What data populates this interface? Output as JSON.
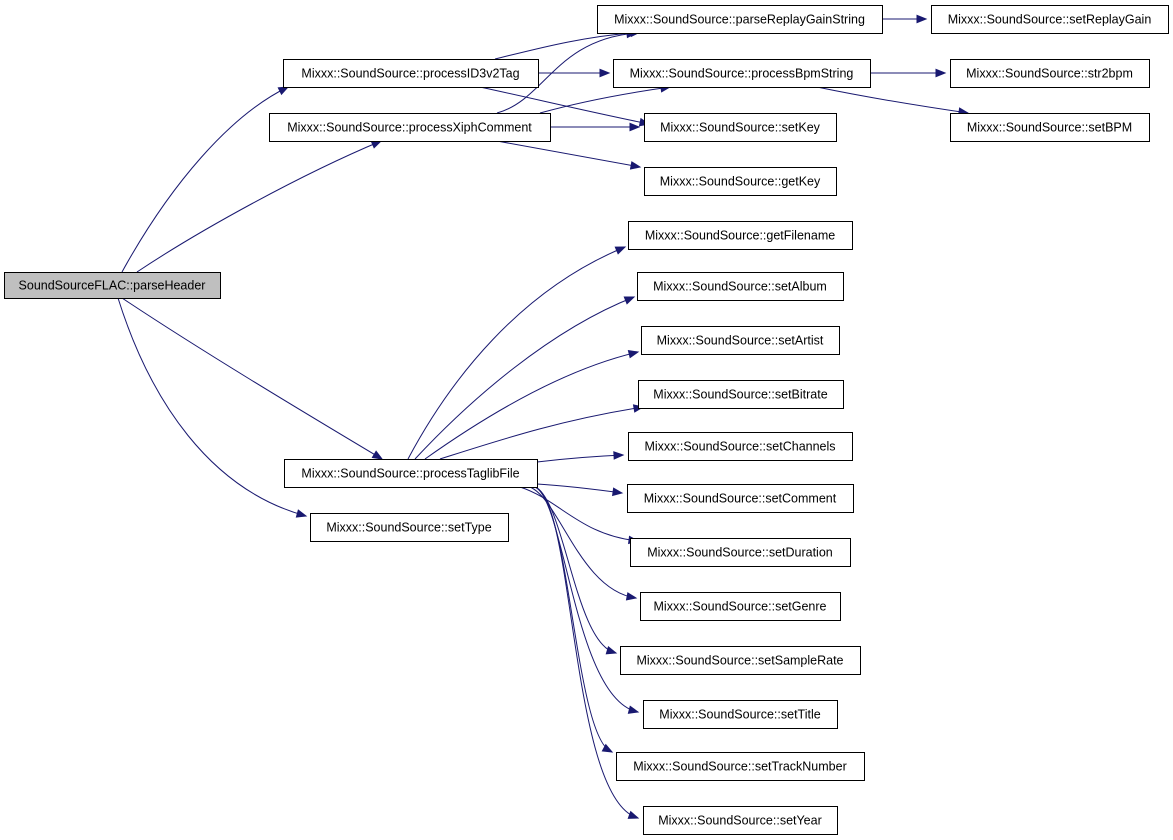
{
  "colors": {
    "edge": "#191970",
    "node_border": "#000000",
    "node_fill": "#ffffff",
    "root_fill": "#bfbfbf"
  },
  "nodes": {
    "root": "SoundSourceFLAC::parseHeader",
    "processID3v2Tag": "Mixxx::SoundSource::processID3v2Tag",
    "processXiphComment": "Mixxx::SoundSource::processXiphComment",
    "processTaglibFile": "Mixxx::SoundSource::processTaglibFile",
    "setType": "Mixxx::SoundSource::setType",
    "parseReplayGainString": "Mixxx::SoundSource::parseReplayGainString",
    "setReplayGain": "Mixxx::SoundSource::setReplayGain",
    "processBpmString": "Mixxx::SoundSource::processBpmString",
    "str2bpm": "Mixxx::SoundSource::str2bpm",
    "setBPM": "Mixxx::SoundSource::setBPM",
    "setKey": "Mixxx::SoundSource::setKey",
    "getKey": "Mixxx::SoundSource::getKey",
    "getFilename": "Mixxx::SoundSource::getFilename",
    "setAlbum": "Mixxx::SoundSource::setAlbum",
    "setArtist": "Mixxx::SoundSource::setArtist",
    "setBitrate": "Mixxx::SoundSource::setBitrate",
    "setChannels": "Mixxx::SoundSource::setChannels",
    "setComment": "Mixxx::SoundSource::setComment",
    "setDuration": "Mixxx::SoundSource::setDuration",
    "setGenre": "Mixxx::SoundSource::setGenre",
    "setSampleRate": "Mixxx::SoundSource::setSampleRate",
    "setTitle": "Mixxx::SoundSource::setTitle",
    "setTrackNumber": "Mixxx::SoundSource::setTrackNumber",
    "setYear": "Mixxx::SoundSource::setYear"
  }
}
